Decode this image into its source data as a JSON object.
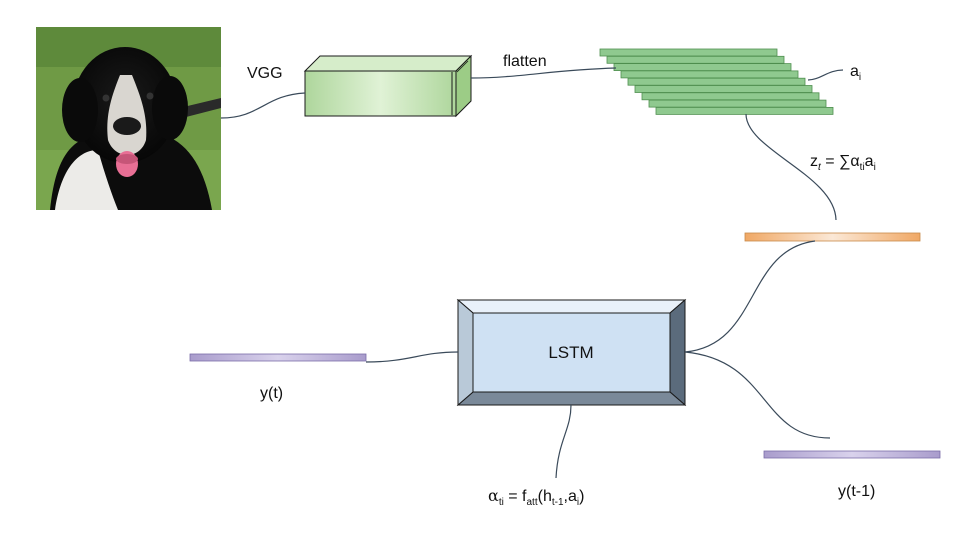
{
  "labels": {
    "vgg": "VGG",
    "flatten": "flatten",
    "lstm": "LSTM",
    "y_t": "y(t)",
    "y_t_minus_1": "y(t-1)"
  },
  "feature_label": {
    "main": "a",
    "sub": "i"
  },
  "context_equation": {
    "z": "z",
    "t_sub": "t",
    "eq": " = ∑α",
    "ti_sub": "ti",
    "a": "a",
    "i_sub": "i"
  },
  "attention_equation": {
    "alpha": "α",
    "ti_sub": "ti",
    "eq_f": " = f",
    "att_sub": "att",
    "open": "(h",
    "t1_sub": "t-1",
    "mid": ",a",
    "i_sub": "i",
    "close": ")"
  },
  "colors": {
    "feature_bar": "#8fc98f",
    "context_bar": "#f0a865",
    "output_bar": "#a99ccc",
    "lstm_face": "#cfe1f3",
    "vgg_block": "#c6e6b5"
  }
}
